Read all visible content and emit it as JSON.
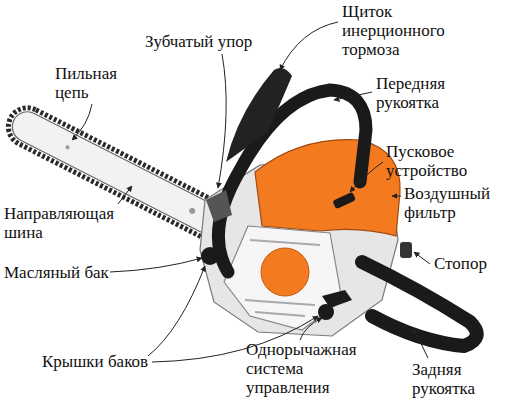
{
  "diagram": {
    "labels": [
      "Щиток инерционного тормоза",
      "Зубчатый упор",
      "Пильная цепь",
      "Передняя рукоятка",
      "Пусковое устройство",
      "Воздушный фильтр",
      "Направляющая шина",
      "Масляный бак",
      "Стопор",
      "Крышки баков",
      "Однорычажная система управления",
      "Задняя рукоятка"
    ]
  }
}
